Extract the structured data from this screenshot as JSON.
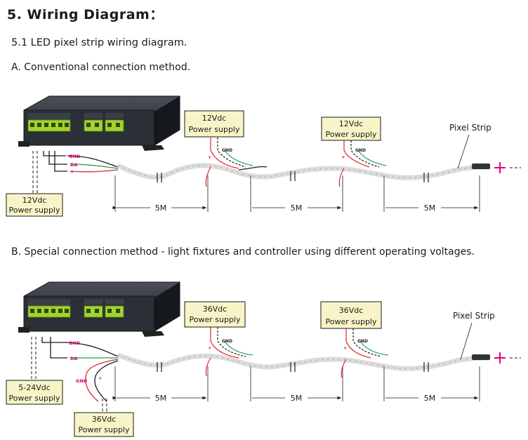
{
  "heading": "5.   Wiring Diagram：",
  "subheading": "5.1 LED pixel strip wiring diagram.",
  "section_a": {
    "title": "A.  Conventional connection method.",
    "supply_boxes": [
      {
        "voltage": "12Vdc",
        "label": "Power supply"
      },
      {
        "voltage": "12Vdc",
        "label": "Power supply"
      },
      {
        "voltage": "12Vdc",
        "label": "Power supply"
      }
    ],
    "wire_labels": {
      "gnd": "GND",
      "da": "DA",
      "plus": "+"
    },
    "strip_label": "Pixel Strip",
    "segments": [
      "5M",
      "5M",
      "5M"
    ]
  },
  "section_b": {
    "title": "B.  Special connection method - light fixtures and controller using different operating voltages.",
    "supply_boxes": [
      {
        "voltage": "5-24Vdc",
        "label": "Power supply"
      },
      {
        "voltage": "36Vdc",
        "label": "Power supply"
      },
      {
        "voltage": "36Vdc",
        "label": "Power supply"
      },
      {
        "voltage": "36Vdc",
        "label": "Power supply"
      }
    ],
    "wire_labels": {
      "gnd": "GND",
      "da": "DA",
      "gnd2": "GND",
      "plus": "+"
    },
    "strip_label": "Pixel Strip",
    "segments": [
      "5M",
      "5M",
      "5M"
    ]
  },
  "colors": {
    "supply_box_fill": "#f7f5c8",
    "controller_body": "#2b2f36",
    "terminal_green": "#a4d22e",
    "wire_red": "#e0262a",
    "wire_green": "#1f9c4a",
    "wire_black": "#1a1a1a",
    "plus_magenta": "#e0007a"
  }
}
